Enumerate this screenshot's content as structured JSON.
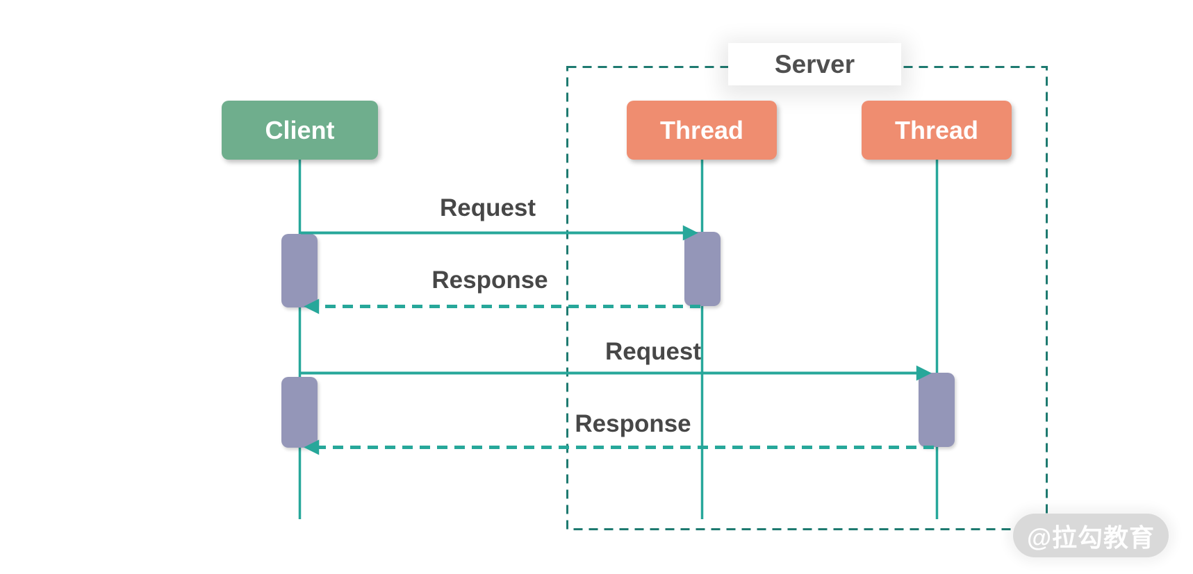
{
  "colors": {
    "teal": "#27A79A",
    "teal-dark": "#1E7A70",
    "green": "#6FAE8D",
    "salmon": "#EF8D70",
    "bar": "#9496B8",
    "text-dark": "#474747",
    "watermark-bg": "#D9D9D9",
    "white": "#FFFFFF"
  },
  "diagram": {
    "type": "sequence-diagram",
    "frame_label": "Server",
    "actors": [
      {
        "id": "client",
        "label": "Client"
      },
      {
        "id": "thread-1",
        "label": "Thread"
      },
      {
        "id": "thread-2",
        "label": "Thread"
      }
    ],
    "messages": [
      {
        "label": "Request",
        "from": "client",
        "to": "thread-1",
        "style": "solid"
      },
      {
        "label": "Response",
        "from": "thread-1",
        "to": "client",
        "style": "dashed"
      },
      {
        "label": "Request",
        "from": "client",
        "to": "thread-2",
        "style": "solid"
      },
      {
        "label": "Response",
        "from": "thread-2",
        "to": "client",
        "style": "dashed"
      }
    ],
    "watermark": "@拉勾教育"
  }
}
